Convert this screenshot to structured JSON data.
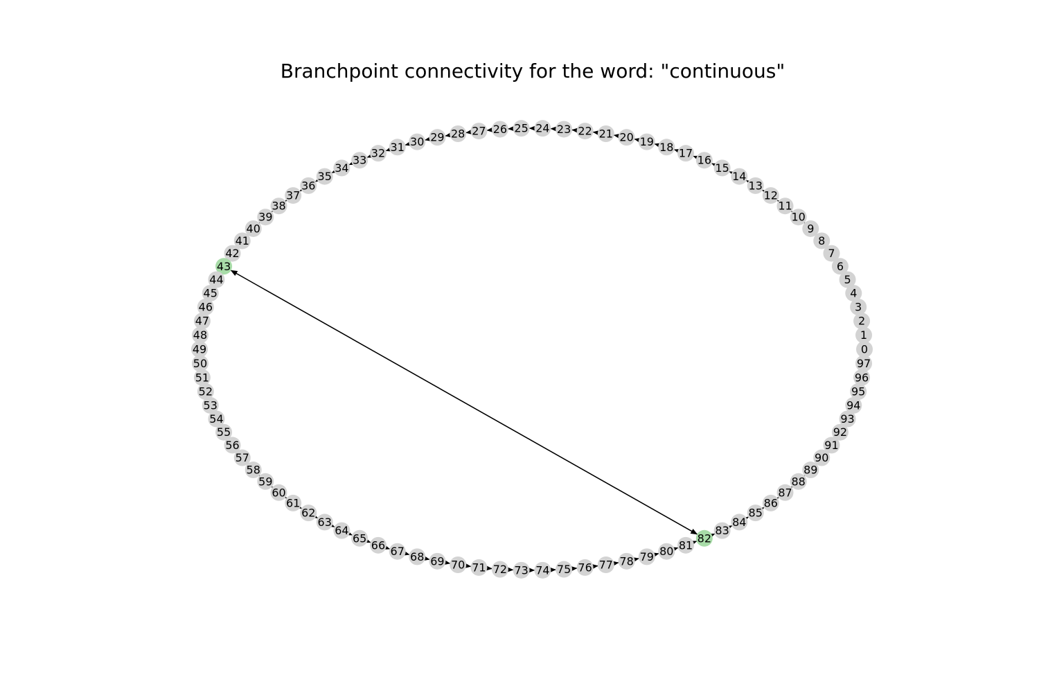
{
  "title": "Branchpoint connectivity for the word: \"continuous\"",
  "colors": {
    "node_default": "#d3d3d3",
    "node_branchpoint": "#a8dca8",
    "edge": "#000000",
    "background": "#ffffff"
  },
  "graph": {
    "layout": "circular",
    "direction": "counterclockwise",
    "node_count": 98,
    "nodes": [
      "0",
      "1",
      "2",
      "3",
      "4",
      "5",
      "6",
      "7",
      "8",
      "9",
      "10",
      "11",
      "12",
      "13",
      "14",
      "15",
      "16",
      "17",
      "18",
      "19",
      "20",
      "21",
      "22",
      "23",
      "24",
      "25",
      "26",
      "27",
      "28",
      "29",
      "30",
      "31",
      "32",
      "33",
      "34",
      "35",
      "36",
      "37",
      "38",
      "39",
      "40",
      "41",
      "42",
      "43",
      "44",
      "45",
      "46",
      "47",
      "48",
      "49",
      "50",
      "51",
      "52",
      "53",
      "54",
      "55",
      "56",
      "57",
      "58",
      "59",
      "60",
      "61",
      "62",
      "63",
      "64",
      "65",
      "66",
      "67",
      "68",
      "69",
      "70",
      "71",
      "72",
      "73",
      "74",
      "75",
      "76",
      "77",
      "78",
      "79",
      "80",
      "81",
      "82",
      "83",
      "84",
      "85",
      "86",
      "87",
      "88",
      "89",
      "90",
      "91",
      "92",
      "93",
      "94",
      "95",
      "96",
      "97"
    ],
    "sequential_edges": "each node i → node i+1 (97 → 0)",
    "branchpoint_nodes": [
      "43",
      "82"
    ],
    "branch_edges": [
      {
        "from": "82",
        "to": "43"
      },
      {
        "from": "43",
        "to": "82"
      }
    ]
  }
}
